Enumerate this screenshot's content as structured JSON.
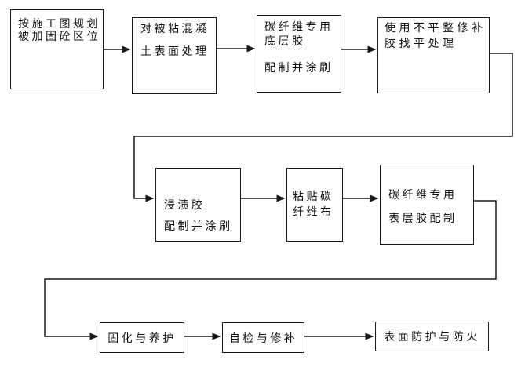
{
  "diagram": {
    "type": "flowchart",
    "boxes": [
      {
        "id": "plan-area",
        "lines": [
          "按施工图规划",
          "被加固砼区位"
        ]
      },
      {
        "id": "surface-treatment",
        "lines": [
          "对被粘混凝",
          "土表面处理"
        ]
      },
      {
        "id": "primer-adhesive",
        "lines": [
          "碳纤维专用",
          "底层胶",
          "配制并涂刷"
        ]
      },
      {
        "id": "leveling-treatment",
        "lines": [
          "使用不平整修补",
          "胶找平处理"
        ]
      },
      {
        "id": "impregnation-glue",
        "lines": [
          "浸渍胶",
          "配制并涂刷"
        ]
      },
      {
        "id": "paste-cfrp-sheet",
        "lines": [
          "粘贴碳",
          "纤维布"
        ]
      },
      {
        "id": "topcoat-adhesive",
        "lines": [
          "碳纤维专用",
          "表层胶配制"
        ]
      },
      {
        "id": "curing",
        "lines": [
          "固化与养护"
        ]
      },
      {
        "id": "self-inspection",
        "lines": [
          "自检与修补"
        ]
      },
      {
        "id": "surface-protection",
        "lines": [
          "表面防护与防火"
        ]
      }
    ]
  },
  "colors": {
    "line": "#1a1a1a",
    "background": "#ffffff",
    "text": "#111111"
  }
}
